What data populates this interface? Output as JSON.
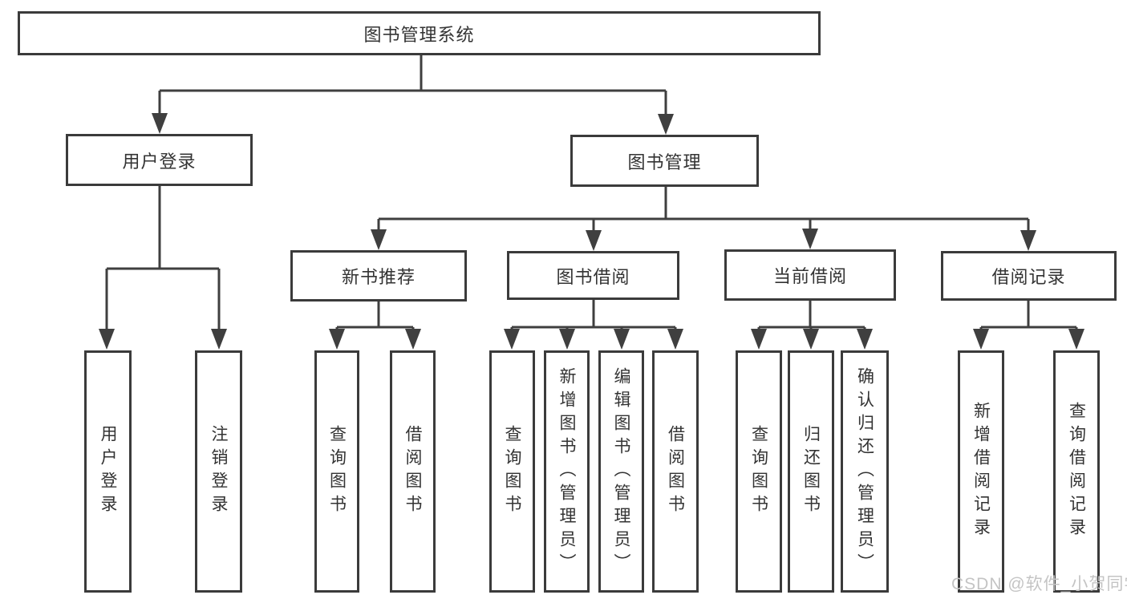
{
  "tree": {
    "root": {
      "label": "图书管理系统"
    },
    "level1": [
      {
        "label": "用户登录",
        "children": [
          {
            "label": "用户登录"
          },
          {
            "label": "注销登录"
          }
        ]
      },
      {
        "label": "图书管理",
        "children": [
          {
            "label": "新书推荐",
            "children": [
              {
                "label": "查询图书"
              },
              {
                "label": "借阅图书"
              }
            ]
          },
          {
            "label": "图书借阅",
            "children": [
              {
                "label": "查询图书"
              },
              {
                "label": "新增图书（管理员）"
              },
              {
                "label": "编辑图书（管理员）"
              },
              {
                "label": "借阅图书"
              }
            ]
          },
          {
            "label": "当前借阅",
            "children": [
              {
                "label": "查询图书"
              },
              {
                "label": "归还图书"
              },
              {
                "label": "确认归还（管理员）"
              }
            ]
          },
          {
            "label": "借阅记录",
            "children": [
              {
                "label": "新增借阅记录"
              },
              {
                "label": "查询借阅记录"
              }
            ]
          }
        ]
      }
    ]
  },
  "watermark": {
    "text": "CSDN @软件_小贺同学"
  },
  "colors": {
    "line": "#3f3f3f",
    "box_border": "#3b3b3b",
    "text": "#333333",
    "watermark": "#c4c4c4",
    "background": "#ffffff"
  }
}
